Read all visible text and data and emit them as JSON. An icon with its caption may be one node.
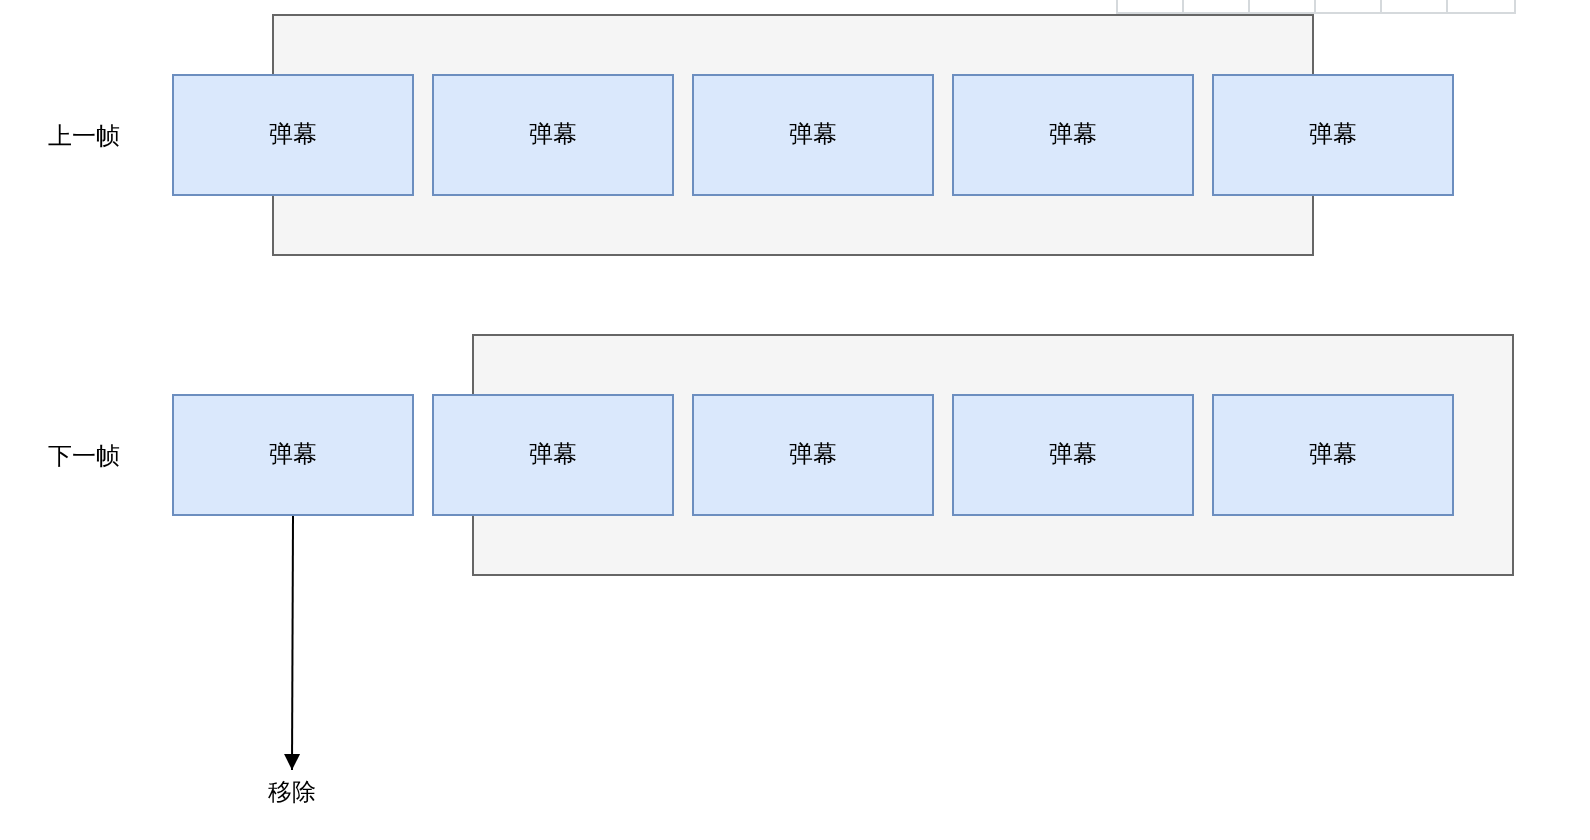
{
  "diagram": {
    "nodes": [
      {
        "text": [],
        "shape": "box"
      },
      {
        "text": [
          "弹幕"
        ]
      },
      {
        "text": [
          "弹幕"
        ],
        "in": 0
      },
      {
        "text": [
          "弹幕"
        ],
        "in": 0
      },
      {
        "text": [
          "弹幕"
        ],
        "in": 0
      },
      {
        "text": [
          "弹幕"
        ]
      },
      {
        "text": [],
        "shape": "box"
      },
      {
        "text": [
          "弹幕"
        ]
      },
      {
        "text": [
          "弹幕"
        ]
      },
      {
        "text": [
          "弹幕"
        ],
        "in": 6
      },
      {
        "text": [
          "弹幕"
        ],
        "in": 6
      },
      {
        "text": [
          "弹幕"
        ],
        "in": 6
      },
      {
        "text": [
          "移除"
        ]
      }
    ],
    "edges": [
      {
        "from": 7,
        "to": 12,
        "arrow": "to"
      }
    ],
    "labels": [
      "上一帧",
      "下一帧"
    ]
  }
}
